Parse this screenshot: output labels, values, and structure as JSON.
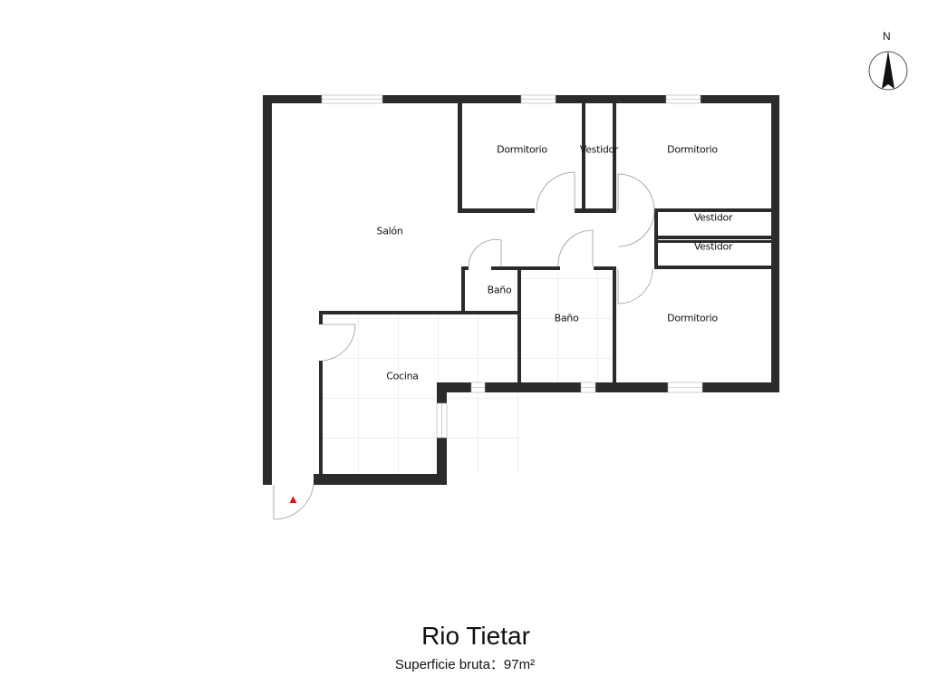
{
  "plan": {
    "title": "Rio Tietar",
    "subtitle": "Superficie bruta：97m²",
    "north_label": "N",
    "rooms": [
      {
        "label": "Salón"
      },
      {
        "label": "Dormitorio"
      },
      {
        "label": "Vestidor"
      },
      {
        "label": "Dormitorio"
      },
      {
        "label": "Vestidor"
      },
      {
        "label": "Vestidor"
      },
      {
        "label": "Baño"
      },
      {
        "label": "Baño"
      },
      {
        "label": "Dormitorio"
      },
      {
        "label": "Cocina"
      }
    ],
    "colors": {
      "wall": "#2b2b2b",
      "entry": "#e01010",
      "tile": "#e4e4e4"
    }
  }
}
